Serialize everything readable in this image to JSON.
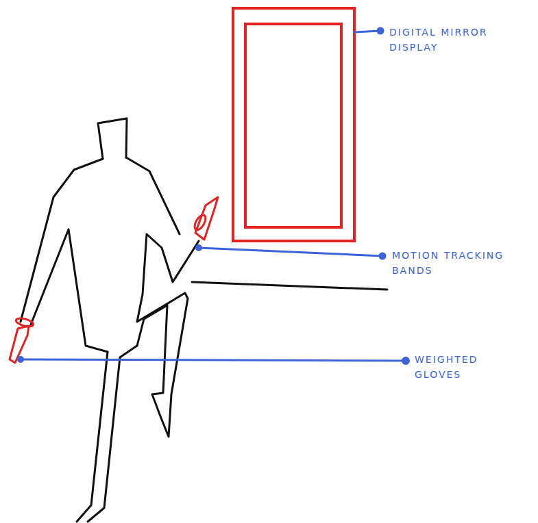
{
  "diagram": {
    "labels": [
      "DIGITAL MIRROR DISPLAY",
      "MOTION TRACKING BANDS",
      "WEIGHTED GLOVES"
    ]
  }
}
